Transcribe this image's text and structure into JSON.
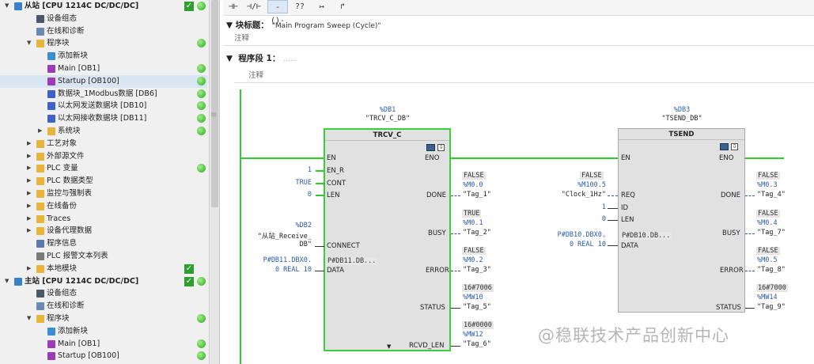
{
  "tree": [
    {
      "label": "从站 [CPU 1214C DC/DC/DC]",
      "indent": 0,
      "arrow": "▼",
      "icon": "plc",
      "bold": true,
      "check": true,
      "status": true
    },
    {
      "label": "设备组态",
      "indent": 2,
      "icon": "device"
    },
    {
      "label": "在线和诊断",
      "indent": 2,
      "icon": "diag"
    },
    {
      "label": "程序块",
      "indent": 2,
      "arrow": "▼",
      "icon": "folder",
      "status": true
    },
    {
      "label": "添加新块",
      "indent": 3,
      "icon": "add"
    },
    {
      "label": "Main [OB1]",
      "indent": 3,
      "icon": "ob",
      "status": true
    },
    {
      "label": "Startup [OB100]",
      "indent": 3,
      "icon": "ob",
      "status": true,
      "selected": true
    },
    {
      "label": "数据块_1Modbus数据 [DB6]",
      "indent": 3,
      "icon": "db",
      "status": true
    },
    {
      "label": "以太网发送数据块 [DB10]",
      "indent": 3,
      "icon": "db",
      "status": true
    },
    {
      "label": "以太网接收数据块 [DB11]",
      "indent": 3,
      "icon": "db",
      "status": true
    },
    {
      "label": "系统块",
      "indent": 3,
      "arrow": "▶",
      "icon": "folder",
      "status": true
    },
    {
      "label": "工艺对象",
      "indent": 2,
      "arrow": "▶",
      "icon": "folder"
    },
    {
      "label": "外部源文件",
      "indent": 2,
      "arrow": "▶",
      "icon": "folder"
    },
    {
      "label": "PLC 变量",
      "indent": 2,
      "arrow": "▶",
      "icon": "folder",
      "status": true
    },
    {
      "label": "PLC 数据类型",
      "indent": 2,
      "arrow": "▶",
      "icon": "folder"
    },
    {
      "label": "监控与强制表",
      "indent": 2,
      "arrow": "▶",
      "icon": "folder"
    },
    {
      "label": "在线备份",
      "indent": 2,
      "arrow": "▶",
      "icon": "folder"
    },
    {
      "label": "Traces",
      "indent": 2,
      "arrow": "▶",
      "icon": "folder"
    },
    {
      "label": "设备代理数据",
      "indent": 2,
      "arrow": "▶",
      "icon": "folder"
    },
    {
      "label": "程序信息",
      "indent": 2,
      "icon": "info"
    },
    {
      "label": "PLC 报警文本列表",
      "indent": 2,
      "icon": "list"
    },
    {
      "label": "本地模块",
      "indent": 2,
      "arrow": "▶",
      "icon": "folder",
      "check": true
    },
    {
      "label": "主站 [CPU 1214C DC/DC/DC]",
      "indent": 0,
      "arrow": "▼",
      "icon": "plc",
      "bold": true,
      "check": true,
      "status": true
    },
    {
      "label": "设备组态",
      "indent": 2,
      "icon": "device"
    },
    {
      "label": "在线和诊断",
      "indent": 2,
      "icon": "diag"
    },
    {
      "label": "程序块",
      "indent": 2,
      "arrow": "▼",
      "icon": "folder",
      "status": true
    },
    {
      "label": "添加新块",
      "indent": 3,
      "icon": "add"
    },
    {
      "label": "Main [OB1]",
      "indent": 3,
      "icon": "ob",
      "status": true
    },
    {
      "label": "Startup [OB100]",
      "indent": 3,
      "icon": "ob",
      "status": true
    }
  ],
  "toolbar": [
    "⊣⊢",
    "⊣/⊢",
    "-()-",
    "??",
    "↦",
    "↱"
  ],
  "editor": {
    "block_title_label": "块标题：",
    "block_title": "\"Main Program Sweep (Cycle)\"",
    "comment1": "注释",
    "network_label": "程序段 1：",
    "network_dots": "......",
    "comment2": "注释"
  },
  "trcv": {
    "db_addr": "%DB1",
    "db_name": "\"TRCV_C_DB\"",
    "name": "TRCV_C",
    "pins_in": [
      "EN",
      "EN_R",
      "CONT",
      "LEN",
      "CONNECT",
      "DATA"
    ],
    "pins_out": [
      "ENO",
      "DONE",
      "BUSY",
      "ERROR",
      "STATUS",
      "RCVD_LEN"
    ],
    "in_en_r": "1",
    "in_cont": "TRUE",
    "in_len": "0",
    "connect_addr": "%DB2",
    "connect_name1": "\"从站_Receive_",
    "connect_name2": "DB\"",
    "data_addr1": "P#DB11.DBX0.",
    "data_addr2": "0 REAL 10",
    "data_box": "P#DB11.DB...",
    "outputs": [
      {
        "val": "FALSE",
        "addr": "%M0.0",
        "tag": "\"Tag_1\""
      },
      {
        "val": "TRUE",
        "addr": "%M0.1",
        "tag": "\"Tag_2\""
      },
      {
        "val": "FALSE",
        "addr": "%M0.2",
        "tag": "\"Tag_3\""
      },
      {
        "val": "16#7006",
        "addr": "%MW10",
        "tag": "\"Tag_5\""
      },
      {
        "val": "16#0000",
        "addr": "%MW12",
        "tag": "\"Tag_6\""
      }
    ]
  },
  "tsend": {
    "db_addr": "%DB3",
    "db_name": "\"TSEND_DB\"",
    "name": "TSEND",
    "pins_in": [
      "EN",
      "REQ",
      "ID",
      "LEN",
      "DATA"
    ],
    "pins_out": [
      "ENO",
      "DONE",
      "BUSY",
      "ERROR",
      "STATUS"
    ],
    "req_val": "FALSE",
    "req_addr": "%M100.5",
    "req_tag": "\"Clock_1Hz\"",
    "in_id": "1",
    "in_len": "0",
    "data_addr1": "P#DB10.DBX0.",
    "data_addr2": "0 REAL 10",
    "data_box": "P#DB10.DB...",
    "outputs": [
      {
        "val": "FALSE",
        "addr": "%M0.3",
        "tag": "\"Tag_4\""
      },
      {
        "val": "FALSE",
        "addr": "%M0.4",
        "tag": "\"Tag_7\""
      },
      {
        "val": "FALSE",
        "addr": "%M0.5",
        "tag": "\"Tag_8\""
      },
      {
        "val": "16#7000",
        "addr": "%MW14",
        "tag": "\"Tag_9\""
      }
    ]
  },
  "watermark": "@稳联技术产品创新中心",
  "colors": {
    "power_flow": "#33c933",
    "address": "#2a5dab",
    "status_green": "#2ea81f"
  }
}
